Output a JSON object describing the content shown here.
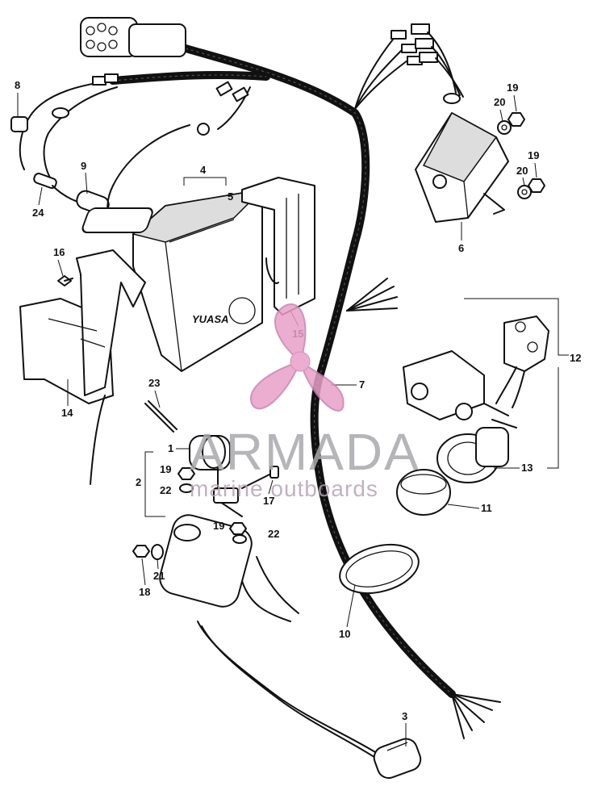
{
  "diagram": {
    "part_callouts": [
      "1",
      "2",
      "3",
      "4",
      "5",
      "6",
      "7",
      "8",
      "9",
      "10",
      "11",
      "12",
      "13",
      "14",
      "15",
      "16",
      "17",
      "18",
      "19",
      "19",
      "19",
      "19",
      "20",
      "20",
      "21",
      "22",
      "22",
      "23",
      "24"
    ],
    "battery_brand": "YUASA"
  },
  "watermark": {
    "brand": "ARMADA",
    "subtitle": "marine outboards",
    "logo_color": "#e8a0c8",
    "logo_outline": "#c97fae"
  }
}
